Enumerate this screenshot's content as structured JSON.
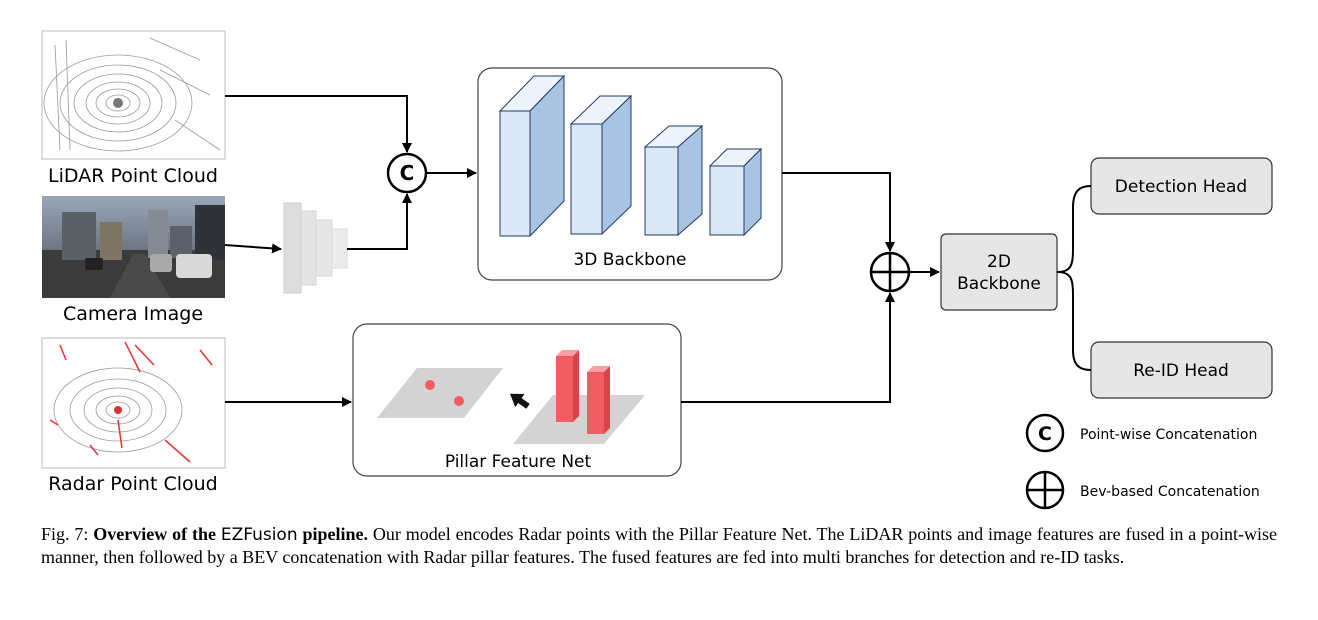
{
  "inputs": {
    "lidar_label": "LiDAR Point Cloud",
    "camera_label": "Camera Image",
    "radar_label": "Radar Point Cloud"
  },
  "blocks": {
    "backbone3d_label": "3D Backbone",
    "pillar_label": "Pillar Feature Net",
    "backbone2d_line1": "2D",
    "backbone2d_line2": "Backbone",
    "detection_head": "Detection Head",
    "reid_head": "Re-ID Head"
  },
  "operators": {
    "concat_symbol": "C"
  },
  "legend": {
    "pointwise": "Point-wise Concatenation",
    "bev": "Bev-based Concatenation"
  },
  "caption": {
    "prefix": "Fig. 7:",
    "title_a": "Overview of the",
    "title_name": "EZFusion",
    "title_b": "pipeline.",
    "body": "Our model encodes Radar points with the Pillar Feature Net. The LiDAR points and image features are fused in a point-wise manner, then followed by a BEV concatenation with Radar pillar features. The fused features are fed into multi branches for detection and re-ID tasks."
  },
  "colors": {
    "cube_front": "#dce8f5",
    "cube_side": "#a9c4e3",
    "head_fill": "#e6e6e6",
    "pillar_red": "#f25c64",
    "plane_gray": "#cfcfcf"
  }
}
